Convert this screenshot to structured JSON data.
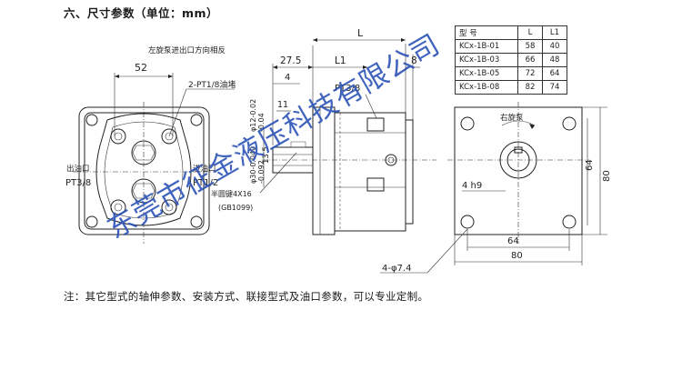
{
  "heading": "六、尺寸参数（单位：mm）",
  "note": "注：其它型式的轴伸参数、安装方式、联接型式及油口参数，可以专业定制。",
  "watermark": "东莞市征金液压科技有限公司",
  "table": {
    "headers": [
      "型  号",
      "L",
      "L1"
    ],
    "rows": [
      [
        "KCx-1B-01",
        "58",
        "40"
      ],
      [
        "KCx-1B-03",
        "66",
        "48"
      ],
      [
        "KCx-1B-05",
        "72",
        "64"
      ],
      [
        "KCx-1B-08",
        "82",
        "74"
      ]
    ]
  },
  "front_view": {
    "title": "左旋泵进出口方向相反",
    "dim_52": "52",
    "port_label": "2-PT1/8油堵",
    "outlet_label": "出油口",
    "outlet_thread": "PT3/8",
    "inlet_label": "进油口",
    "inlet_thread": "PT1/2"
  },
  "side_view": {
    "dim_275": "27.5",
    "dim_L1": "L1",
    "dim_L": "L",
    "dim_8": "8",
    "dim_4": "4",
    "dim_11": "11",
    "port": "PT3/8",
    "dia_12": "φ12-0.02\n-0.04",
    "dia_30": "φ30-0.040\n-0.092",
    "dim_135": "13.5",
    "key": "半圆键4X16",
    "std": "(GB1099)"
  },
  "end_view": {
    "rotation": "右旋泵",
    "key_width": "4 h9",
    "dim_64v": "64",
    "dim_80v": "80",
    "dim_64h": "64",
    "dim_80h": "80",
    "holes": "4-φ7.4"
  }
}
